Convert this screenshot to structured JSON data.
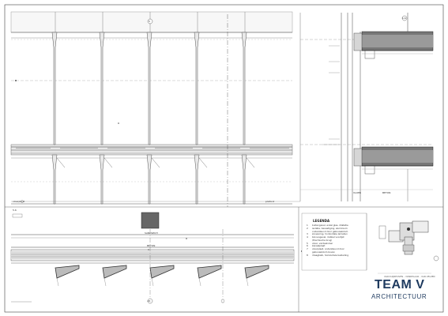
{
  "drawing": {
    "grid_top": "5",
    "grid_bottom": "A5",
    "detail_ref": "5.6",
    "detail_ref_top": "1.6",
    "label_vloerplaat": "vloerplaat",
    "label_plafond": "plafond",
    "label_sandwich": "SANDWICH",
    "label_beton": "BETON",
    "label_vloer": "VLOER",
    "label_beton2": "BETON",
    "legend": {
      "title": "LEGENDA",
      "items": [
        {
          "n": "1",
          "text": "buitengevel, enkel glas, dilatatie"
        },
        {
          "n": "2",
          "text": "isolatie, bevestiging, aluminium"
        },
        {
          "n": "",
          "text": "ondersteund door gebouwkolom"
        },
        {
          "n": "3",
          "text": "zonwering, horizontale lamellen"
        },
        {
          "n": "4",
          "text": "binnengevel, dubbel voorlijst"
        },
        {
          "n": "",
          "text": "(thermische brug)"
        },
        {
          "n": "5",
          "text": "vloer, verdeelvloer"
        },
        {
          "n": "6",
          "text": "kanaalplaat"
        },
        {
          "n": "7",
          "text": "vloerplaat, ondersteund door"
        },
        {
          "n": "",
          "text": "gebouwkolom boven"
        },
        {
          "n": "8",
          "text": "draagbalk, horizontale bekleding"
        }
      ]
    },
    "brand": {
      "sub": "VAN DUIJNHOVEN - VONDELAAR - VAN VELZEN",
      "team": "TEAM V",
      "arch": "ARCHITECTUUR"
    }
  }
}
